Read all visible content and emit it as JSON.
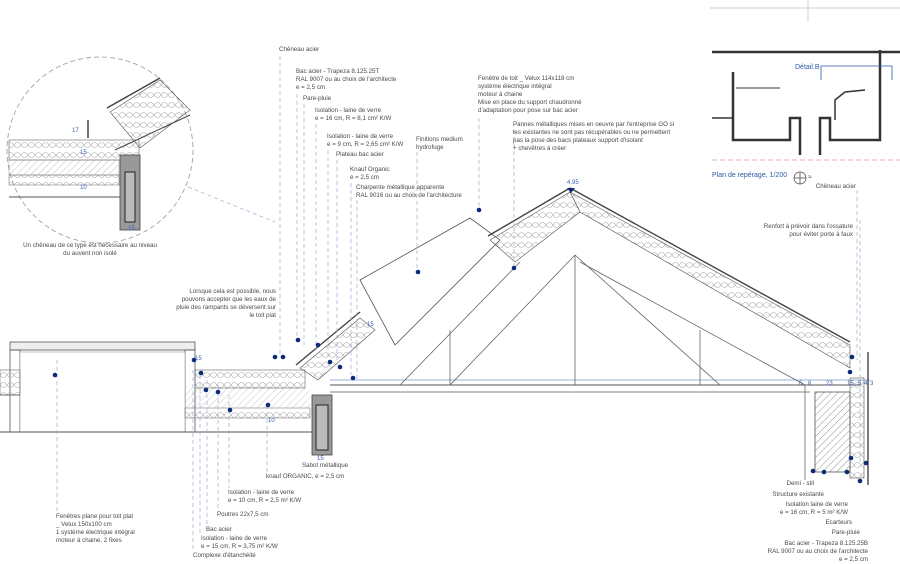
{
  "section_labels": {
    "cheneau_left": "Chêneau acier",
    "bac_acier_top": "Bac acier - Trapeza 8.125.25T\nRAL 9007 ou au choix de l'architecte\ne = 2,5 cm",
    "pare_pluie_top": "Pare-pluie",
    "isolation_16": "Isolation - laine de verre\ne = 16 cm, R = 8,1 cm² K/W",
    "isolation_9": "Isolation - laine de verre\ne = 9 cm, R = 2,65 cm² K/W",
    "plateau_bac": "Plateau bac acier",
    "knauf_organic": "Knauf Organic\ne = 2,5 cm",
    "charpente": "Charpente métallique apparente\nRAL 9016 ou au choix de l'architecture",
    "finitions": "Finitions medium\nhydrofuge",
    "fenetre_toit": "Fenêtre de toit _ Velux 114x118 cm\nsystème électrique intégral\nmoteur à chaine\nMise en place du support chaudronné\nd'adaptation pour pose sur bac acier",
    "pannes": "Pannes métalliques mises en oeuvre par l'entreprise GO si\nles existantes ne sont pas récupérables ou ne permettent\npas la pose des bacs plateaux support d'isolant\n+ chevêtres à créer",
    "cheneau_right": "Chêneau acier",
    "renfort": "Renfort à prévoir dans l'ossature\npour éviter porte à faux",
    "lorsque": "Lorsque cela est possible, nous\npouvons accepter que les eaux de\npluie des rampants se déversent sur\nle toit plat",
    "cheneau_note": "Un chêneau de ce type est nécessaire au niveau\ndu auvent non isolé",
    "fenetres_plane": "Fenêtres plane pour toit plat\n_ Velux 150x100 cm\n1 système électrique intégral\nmoteur à chaine, 2 fixes",
    "sabot": "Sabot métallique",
    "knauf_bottom": "knauf ORGANIC, e = 2,5 cm",
    "isolation_10": "Isolation - laine de verre\ne = 10 cm, R = 2,5 m² K/W",
    "poutres": "Poutres 22x7,5 cm",
    "bac_acier_bottom": "Bac acier",
    "isolation_15": "Isolation - laine de verre\ne = 15 cm, R = 3,75 m² K/W",
    "complexe": "Complexe d'étanchéité",
    "demi_stil": "Demi - stil",
    "structure_existante": "Structure existante",
    "isolation_16_wall": "Isolation laine de verre\ne = 16 cm, R = 5 m² K/W",
    "ecarteurs": "Ecarteurs",
    "pare_pluie_wall": "Pare-pluie",
    "bac_acier_wall": "Bac acier - Trapeza 8.125.25B\nRAL 9007 ou au choix de l'architecte\ne = 2,5 cm"
  },
  "plan": {
    "title": "Plan de repérage, 1/200",
    "detail_marker": "Détail.B",
    "north_symbol": "≈"
  },
  "dimensions": {
    "ridge_level": "4.95",
    "wall_dims": [
      "6",
      "6",
      "23",
      "15",
      "5",
      "4",
      "3"
    ],
    "detail_dims": [
      "17",
      "15",
      "10",
      "15"
    ],
    "flat_dims": [
      "15",
      "10",
      "15"
    ],
    "slope_dim": "15"
  },
  "colors": {
    "accent": "#2a5aa8",
    "dot": "#0b2a78",
    "leader": "#9fb0cf",
    "line": "#555555"
  }
}
